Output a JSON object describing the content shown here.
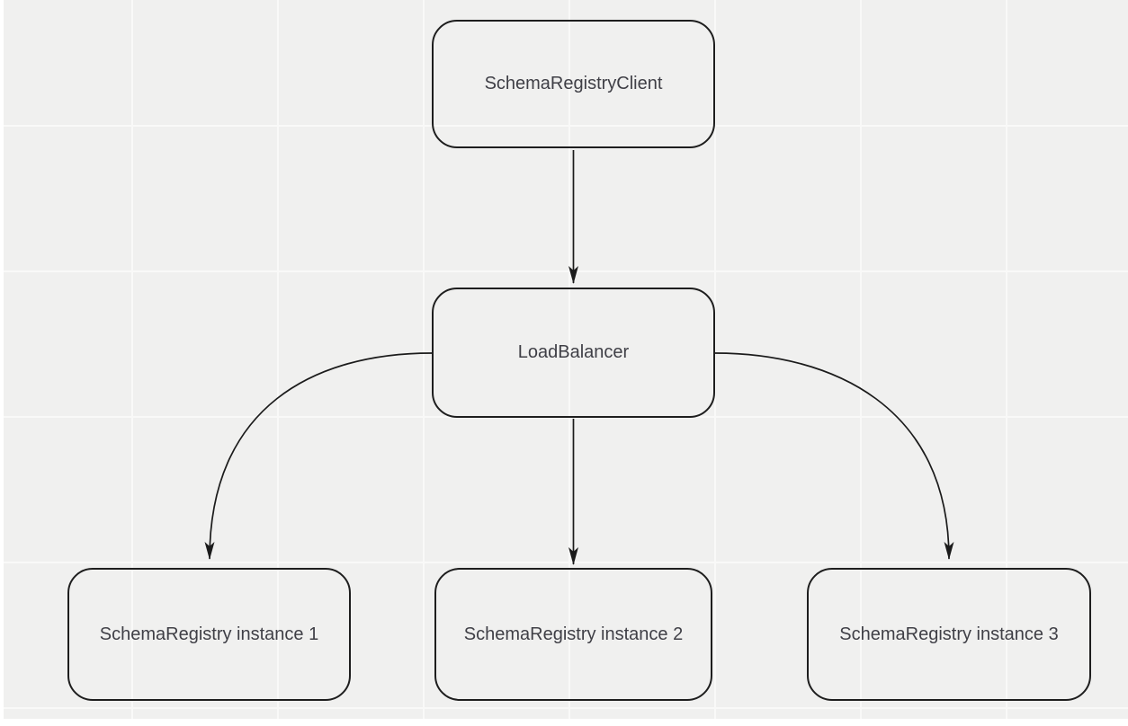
{
  "canvas": {
    "background_color": "#f0f0ef",
    "grid_line_color": "#f9f9f8",
    "stroke_color": "#1b1b1b",
    "text_color": "#3f3f46"
  },
  "diagram": {
    "nodes": [
      {
        "id": "client",
        "label": "SchemaRegistryClient"
      },
      {
        "id": "loadbalancer",
        "label": "LoadBalancer"
      },
      {
        "id": "instance1",
        "label": "SchemaRegistry instance 1"
      },
      {
        "id": "instance2",
        "label": "SchemaRegistry instance 2"
      },
      {
        "id": "instance3",
        "label": "SchemaRegistry instance 3"
      }
    ],
    "edges": [
      {
        "from": "client",
        "to": "loadbalancer",
        "style": "straight-arrow-down"
      },
      {
        "from": "loadbalancer",
        "to": "instance1",
        "style": "curved-arrow"
      },
      {
        "from": "loadbalancer",
        "to": "instance2",
        "style": "straight-arrow-down"
      },
      {
        "from": "loadbalancer",
        "to": "instance3",
        "style": "curved-arrow"
      }
    ]
  }
}
